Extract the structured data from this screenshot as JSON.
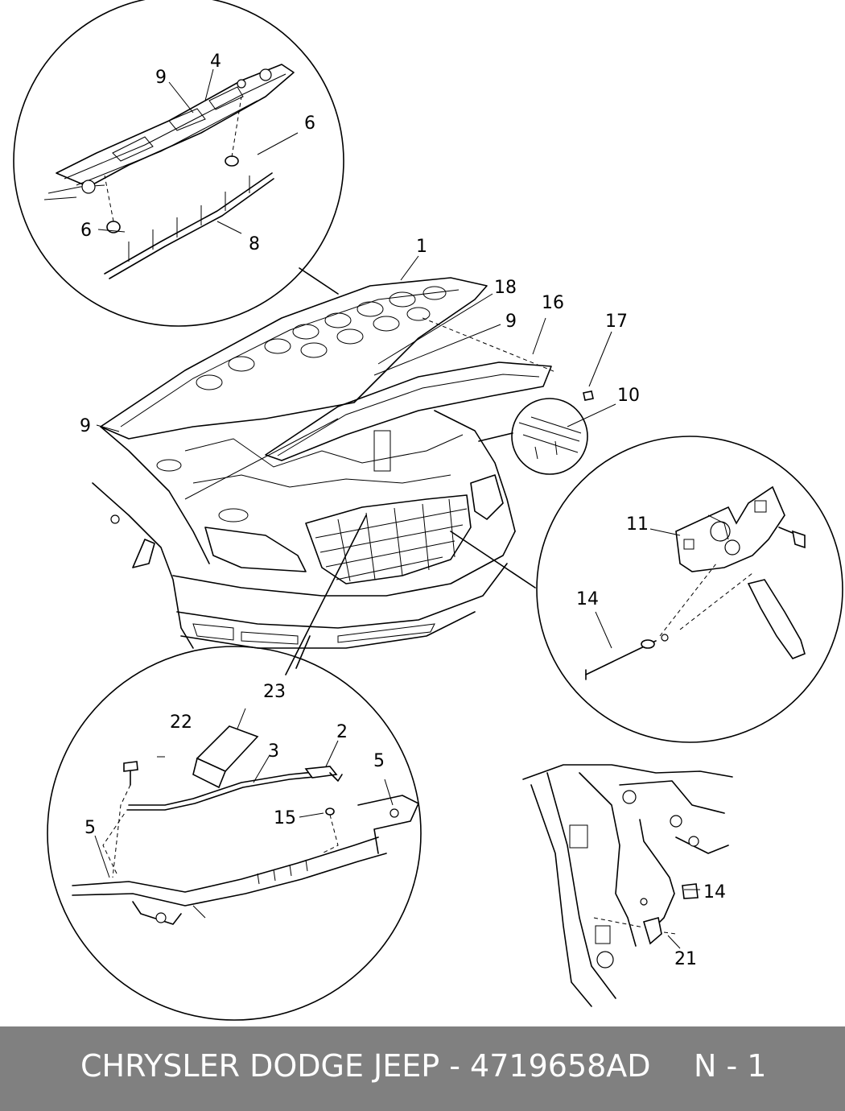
{
  "callouts": {
    "c1": "1",
    "c2": "2",
    "c3": "3",
    "c4": "4",
    "c5a": "5",
    "c5b": "5",
    "c6a": "6",
    "c6b": "6",
    "c8": "8",
    "c9a": "9",
    "c9b": "9",
    "c9c": "9",
    "c10": "10",
    "c11": "11",
    "c14a": "14",
    "c14b": "14",
    "c15": "15",
    "c16": "16",
    "c17": "17",
    "c18": "18",
    "c21": "21",
    "c22": "22",
    "c23": "23"
  },
  "footer": {
    "title": "CHRYSLER DODGE JEEP - 4719658AD",
    "page": "N - 1"
  }
}
